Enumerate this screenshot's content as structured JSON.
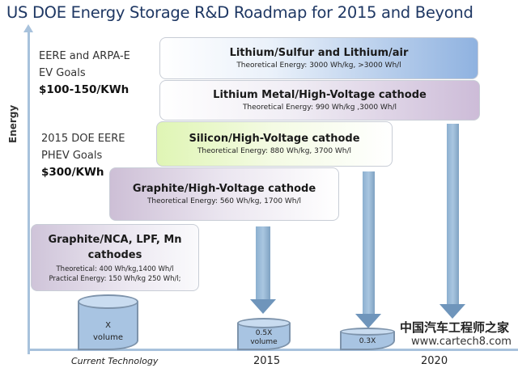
{
  "title": "US DOE Energy Storage R&D Roadmap for 2015 and Beyond",
  "axis": {
    "y_label": "Energy",
    "x_labels": [
      "Current Technology",
      "2015",
      "2020"
    ]
  },
  "goals": [
    {
      "line1": "EERE and ARPA-E",
      "line2": "EV Goals",
      "cost": "$100-150/KWh"
    },
    {
      "line1": "2015 DOE EERE",
      "line2": "PHEV Goals",
      "cost": "$300/KWh"
    }
  ],
  "technologies": [
    {
      "name": "Lithium/Sulfur and Lithium/air",
      "detail": "Theoretical Energy: 3000 Wh/kg, >3000 Wh/l",
      "color": "#8fb2e0"
    },
    {
      "name": "Lithium Metal/High-Voltage cathode",
      "detail": "Theoretical Energy: 990 Wh/kg ,3000 Wh/l",
      "color": "#cdbcd8"
    },
    {
      "name": "Silicon/High-Voltage cathode",
      "detail": "Theoretical Energy: 880 Wh/kg, 3700 Wh/l",
      "color": "#dff5b4"
    },
    {
      "name": "Graphite/High-Voltage cathode",
      "detail": "Theoretical Energy: 560 Wh/kg, 1700 Wh/l",
      "color": "#cdbfd6"
    },
    {
      "name": "Graphite/NCA, LPF, Mn cathodes",
      "detail": "Theoretical: 400 Wh/kg,1400 Wh/l",
      "detail2": "Practical Energy: 150 Wh/kg 250 Wh/l;",
      "color": "#cfc4d9"
    }
  ],
  "volumes": [
    {
      "line1": "X",
      "line2": "volume"
    },
    {
      "line1": "0.5X",
      "line2": "volume"
    },
    {
      "line1": "0.3X"
    }
  ],
  "watermark": {
    "cn": "中国汽车工程师之家",
    "url": "www.cartech8.com"
  }
}
